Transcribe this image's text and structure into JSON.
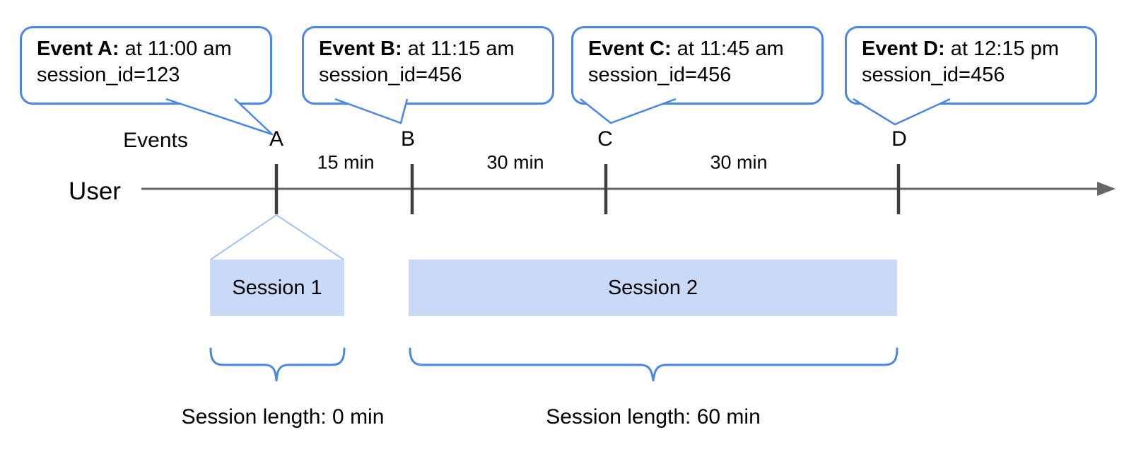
{
  "colors": {
    "accent_blue": "#4a86e8",
    "session_fill": "#c9daf8",
    "funnel_blue": "#a4c2f4",
    "timeline_gray": "#666666",
    "tick_gray": "#3f3f3f",
    "text": "#000000"
  },
  "axis": {
    "user_label": "User",
    "events_label": "Events"
  },
  "events": [
    {
      "label": "A",
      "callout_title": "Event A:",
      "callout_time": " at 11:00 am",
      "callout_session": "session_id=123"
    },
    {
      "label": "B",
      "callout_title": "Event B:",
      "callout_time": " at 11:15 am",
      "callout_session": "session_id=456"
    },
    {
      "label": "C",
      "callout_title": "Event C:",
      "callout_time": " at 11:45 am",
      "callout_session": "session_id=456"
    },
    {
      "label": "D",
      "callout_title": "Event D:",
      "callout_time": " at 12:15 pm",
      "callout_session": "session_id=456"
    }
  ],
  "intervals": [
    {
      "label": "15 min"
    },
    {
      "label": "30 min"
    },
    {
      "label": "30 min"
    }
  ],
  "sessions": [
    {
      "label": "Session 1",
      "length_label": "Session length: 0 min"
    },
    {
      "label": "Session 2",
      "length_label": "Session length: 60 min"
    }
  ]
}
